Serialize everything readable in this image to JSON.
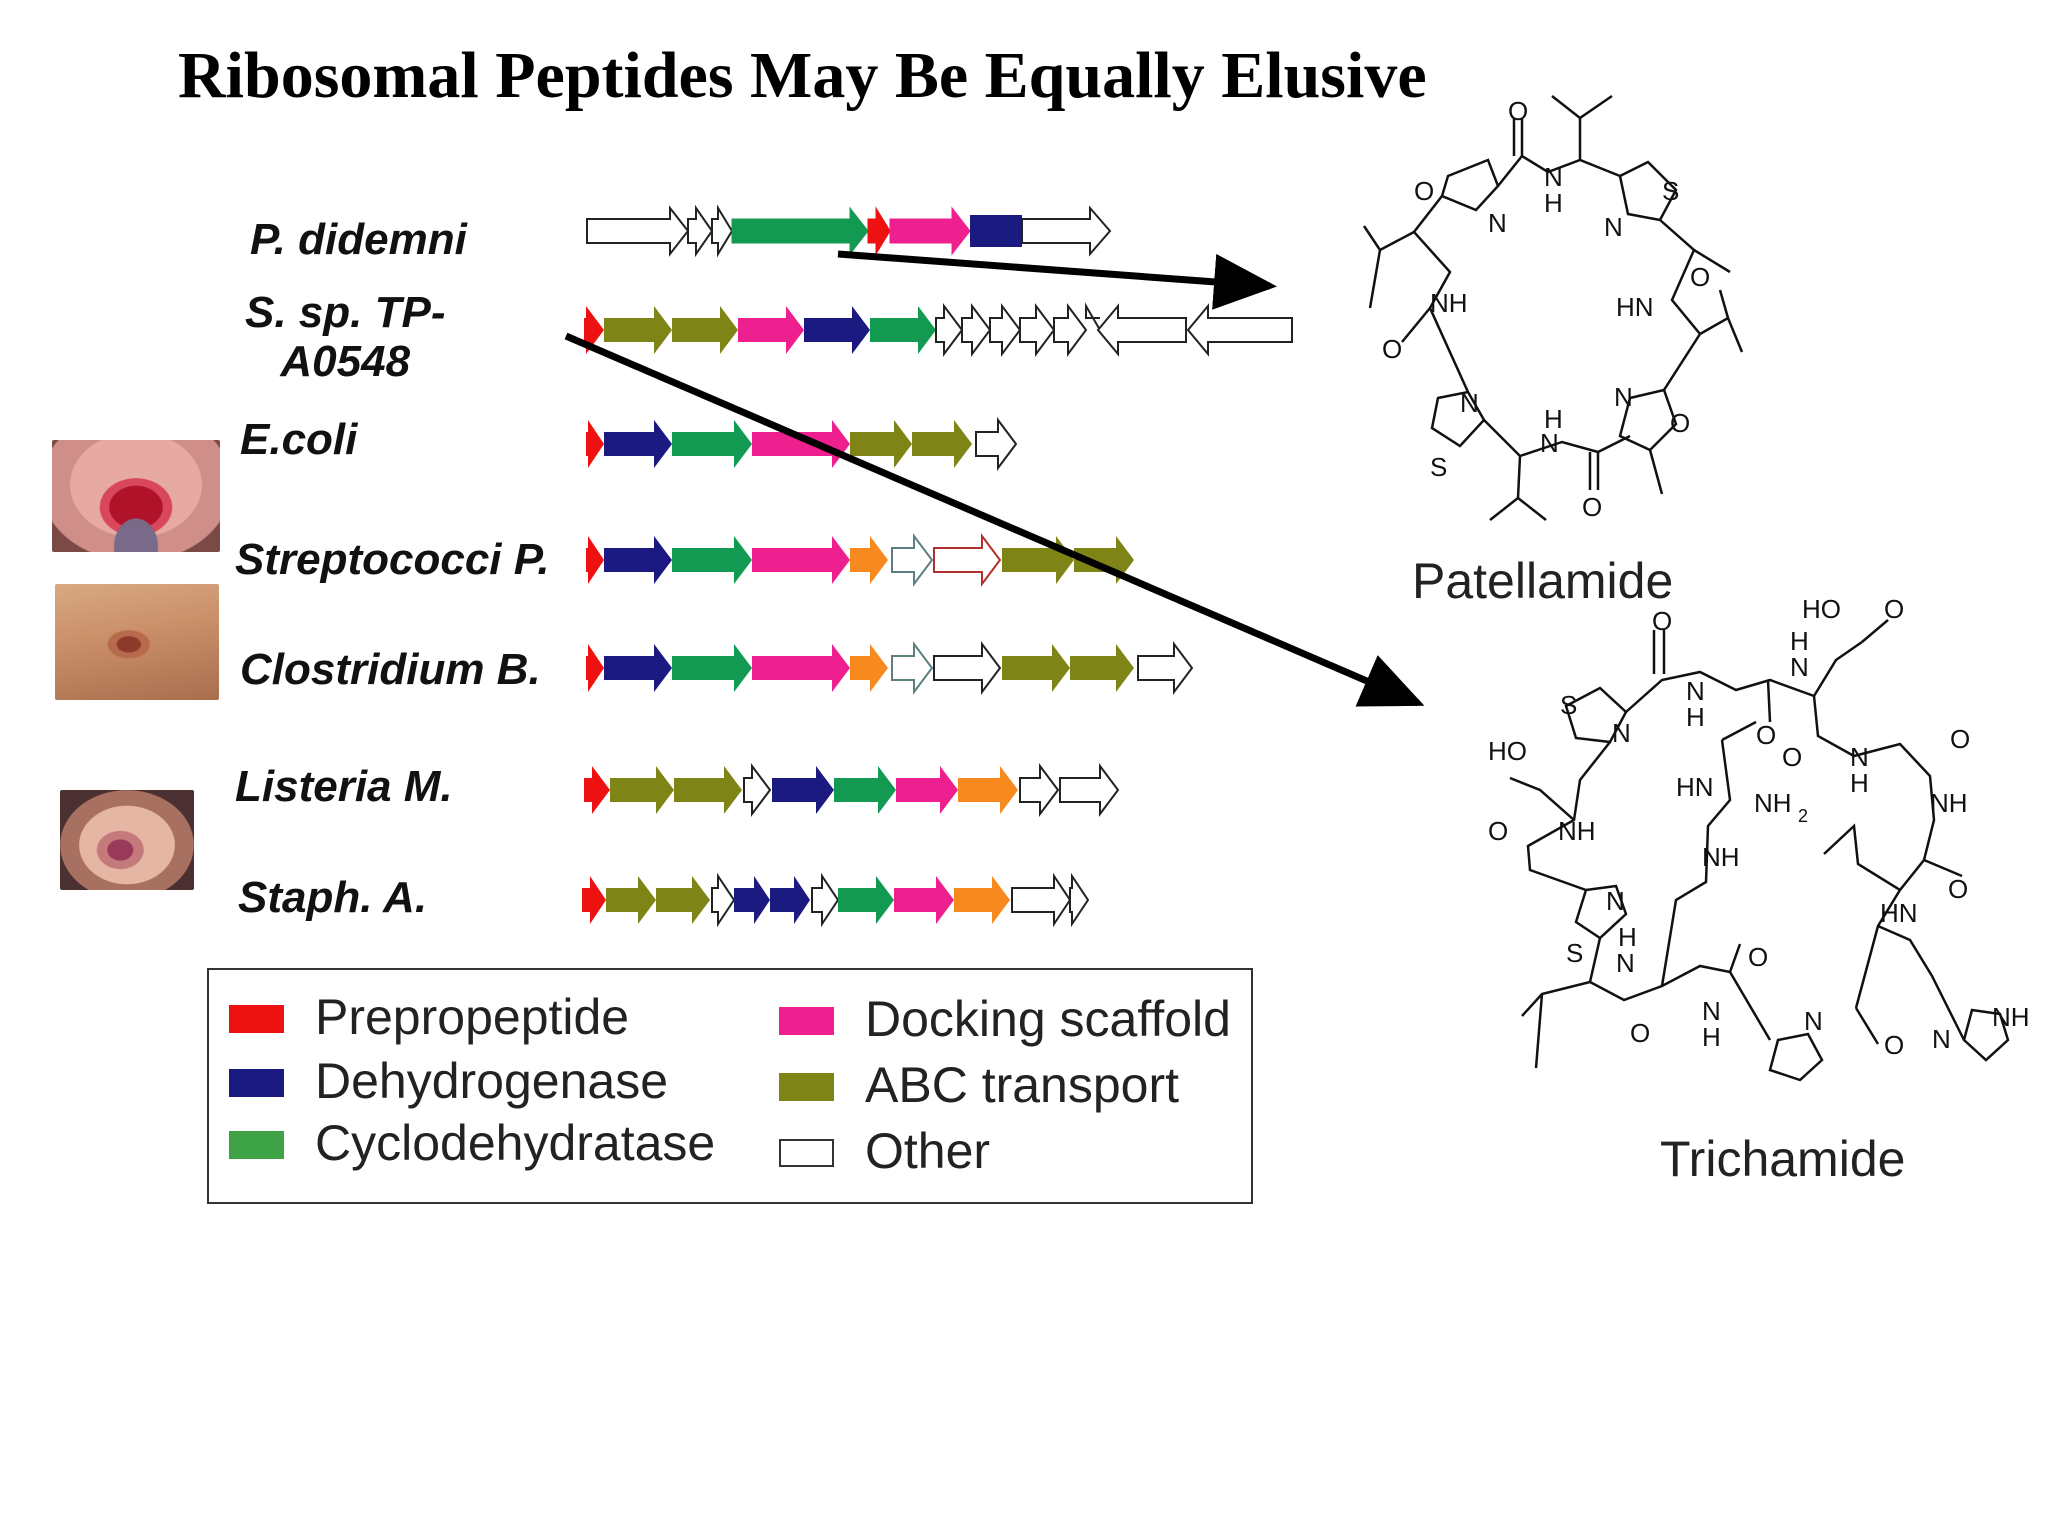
{
  "title": "Ribosomal Peptides May Be Equally Elusive",
  "organisms": [
    {
      "name": "P. didemni"
    },
    {
      "name": "S. sp. TP-\nA0548"
    },
    {
      "name": "E.coli"
    },
    {
      "name": "Streptococci P."
    },
    {
      "name": "Clostridium B."
    },
    {
      "name": "Listeria M."
    },
    {
      "name": "Staph. A."
    }
  ],
  "gene_colors": {
    "prepropeptide": "#ee1111",
    "dehydrogenase": "#1a1a80",
    "cyclodehydratase": "#139a52",
    "docking": "#ee1f8e",
    "abc": "#7f8417",
    "orange": "#f68a1e",
    "other": "#ffffff"
  },
  "clusters": [
    [
      "other",
      "other",
      "other",
      "cyclodehydratase",
      "prepropeptide",
      "docking",
      "dehydrogenase",
      "other"
    ],
    [
      "prepropeptide",
      "abc",
      "abc",
      "docking",
      "dehydrogenase",
      "cyclodehydratase",
      "other",
      "other",
      "other",
      "other",
      "other",
      "other",
      "other",
      "other"
    ],
    [
      "prepropeptide",
      "dehydrogenase",
      "cyclodehydratase",
      "docking",
      "abc",
      "abc",
      "other"
    ],
    [
      "prepropeptide",
      "dehydrogenase",
      "cyclodehydratase",
      "docking",
      "orange",
      "other",
      "other",
      "abc",
      "abc"
    ],
    [
      "prepropeptide",
      "dehydrogenase",
      "cyclodehydratase",
      "docking",
      "orange",
      "other",
      "other",
      "abc",
      "abc",
      "other"
    ],
    [
      "prepropeptide",
      "abc",
      "abc",
      "other",
      "dehydrogenase",
      "cyclodehydratase",
      "docking",
      "orange",
      "other",
      "other"
    ],
    [
      "prepropeptide",
      "abc",
      "abc",
      "other",
      "dehydrogenase",
      "dehydrogenase",
      "other",
      "cyclodehydratase",
      "docking",
      "orange",
      "other",
      "other"
    ]
  ],
  "legend": {
    "left": [
      {
        "label": "Prepropeptide",
        "color": "#ee1111"
      },
      {
        "label": "Dehydrogenase",
        "color": "#1a1a80"
      },
      {
        "label": "Cyclodehydratase",
        "color": "#139a52"
      }
    ],
    "right": [
      {
        "label": "Docking scaffold",
        "color": "#ee1f8e"
      },
      {
        "label": "ABC transport",
        "color": "#7f8417"
      },
      {
        "label": "Other",
        "color": "#ffffff"
      }
    ]
  },
  "molecules": {
    "patellamide": "Patellamide",
    "trichamide": "Trichamide"
  },
  "chem_labels": {
    "O": "O",
    "N": "N",
    "H": "H",
    "S": "S",
    "NH": "NH",
    "HN": "HN",
    "HO": "HO",
    "NH2": "NH",
    "sub2": "2"
  }
}
